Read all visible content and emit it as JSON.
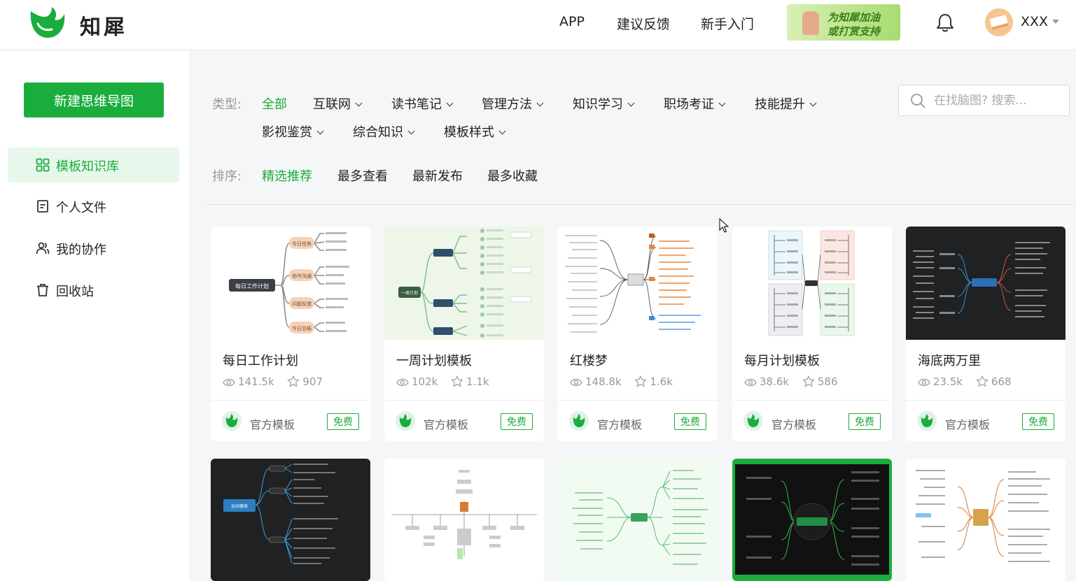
{
  "header": {
    "logo_text": "知犀",
    "nav": [
      "APP",
      "建议反馈",
      "新手入门"
    ],
    "banner_line1": "为知犀加油",
    "banner_line2": "或打赏支持",
    "user_name": "XXX"
  },
  "sidebar": {
    "new_button": "新建思维导图",
    "items": [
      {
        "label": "模板知识库",
        "icon": "grid-icon",
        "active": true
      },
      {
        "label": "个人文件",
        "icon": "file-icon",
        "active": false
      },
      {
        "label": "我的协作",
        "icon": "users-icon",
        "active": false
      },
      {
        "label": "回收站",
        "icon": "trash-icon",
        "active": false
      }
    ]
  },
  "filters": {
    "type_label": "类型:",
    "types": [
      "全部",
      "互联网",
      "读书笔记",
      "管理方法",
      "知识学习",
      "职场考证",
      "技能提升",
      "影视鉴赏",
      "综合知识",
      "模板样式"
    ],
    "sort_label": "排序:",
    "sorts": [
      "精选推荐",
      "最多查看",
      "最新发布",
      "最多收藏"
    ],
    "search_placeholder": "在找脑图? 搜索..."
  },
  "cards": [
    {
      "title": "每日工作计划",
      "views": "141.5k",
      "stars": "907",
      "author": "官方模板",
      "badge": "免费"
    },
    {
      "title": "一周计划模板",
      "views": "102k",
      "stars": "1.1k",
      "author": "官方模板",
      "badge": "免费"
    },
    {
      "title": "红楼梦",
      "views": "148.8k",
      "stars": "1.6k",
      "author": "官方模板",
      "badge": "免费"
    },
    {
      "title": "每月计划模板",
      "views": "38.6k",
      "stars": "586",
      "author": "官方模板",
      "badge": "免费"
    },
    {
      "title": "海底两万里",
      "views": "23.5k",
      "stars": "668",
      "author": "官方模板",
      "badge": "免费"
    }
  ],
  "thumb_labels": {
    "c1_root": "每日工作计划",
    "c1_b1": "今日任务",
    "c1_b2": "协作沟通",
    "c1_b3": "问题反馈",
    "c1_b4": "今日总结",
    "c2_root": "一周计划",
    "r2c1_root": "运动健身"
  },
  "colors": {
    "brand": "#1aad3d",
    "brand_light": "#e8f7ec"
  }
}
